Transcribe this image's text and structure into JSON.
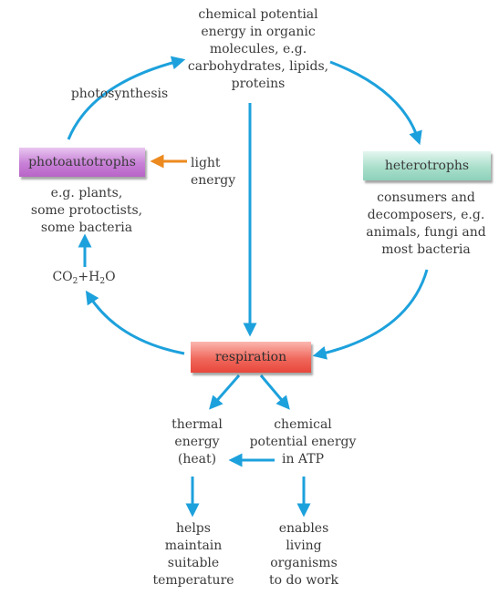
{
  "colors": {
    "cycle_arrow": "#1da1dc",
    "light_arrow": "#ec8a1f"
  },
  "top_node": {
    "lines": [
      "chemical potential",
      "energy in organic",
      "molecules, e.g.",
      "carbohydrates, lipids,",
      "proteins"
    ]
  },
  "photosynthesis_label": "photosynthesis",
  "photoautotrophs": {
    "label": "photoautotrophs",
    "examples": [
      "e.g. plants,",
      "some protoctists,",
      "some bacteria"
    ]
  },
  "light_energy": [
    "light",
    "energy"
  ],
  "heterotrophs": {
    "label": "heterotrophs",
    "examples": [
      "consumers and",
      "decomposers, e.g.",
      "animals, fungi and",
      "most bacteria"
    ]
  },
  "co2_h2o": {
    "co": "CO",
    "co_sub": "2",
    "plus_h": "+H",
    "h_sub": "2",
    "o": "O"
  },
  "respiration": {
    "label": "respiration"
  },
  "thermal_energy": [
    "thermal",
    "energy",
    "(heat)"
  ],
  "atp_energy": [
    "chemical",
    "potential energy",
    "in ATP"
  ],
  "helps": [
    "helps",
    "maintain",
    "suitable",
    "temperature"
  ],
  "enables": [
    "enables",
    "living",
    "organisms",
    "to do work"
  ]
}
